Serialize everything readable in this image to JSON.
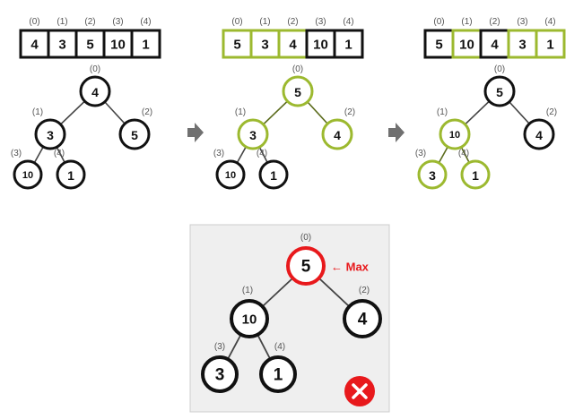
{
  "colors": {
    "normal": "#111111",
    "highlight": "#9cb92f",
    "error": "#e8191c",
    "index_text": "#555555",
    "arrow": "#707070",
    "panel_bg": "#efefef",
    "panel_border": "#cccccc"
  },
  "steps": [
    {
      "array": [
        {
          "index": "(0)",
          "value": "4",
          "state": "normal"
        },
        {
          "index": "(1)",
          "value": "3",
          "state": "normal"
        },
        {
          "index": "(2)",
          "value": "5",
          "state": "normal"
        },
        {
          "index": "(3)",
          "value": "10",
          "state": "normal"
        },
        {
          "index": "(4)",
          "value": "1",
          "state": "normal"
        }
      ],
      "nodes": [
        {
          "index": "(0)",
          "value": "4",
          "state": "normal"
        },
        {
          "index": "(1)",
          "value": "3",
          "state": "normal"
        },
        {
          "index": "(2)",
          "value": "5",
          "state": "normal"
        },
        {
          "index": "(3)",
          "value": "10",
          "state": "normal"
        },
        {
          "index": "(4)",
          "value": "1",
          "state": "normal"
        }
      ]
    },
    {
      "array": [
        {
          "index": "(0)",
          "value": "5",
          "state": "highlight"
        },
        {
          "index": "(1)",
          "value": "3",
          "state": "highlight"
        },
        {
          "index": "(2)",
          "value": "4",
          "state": "highlight"
        },
        {
          "index": "(3)",
          "value": "10",
          "state": "normal"
        },
        {
          "index": "(4)",
          "value": "1",
          "state": "normal"
        }
      ],
      "nodes": [
        {
          "index": "(0)",
          "value": "5",
          "state": "highlight"
        },
        {
          "index": "(1)",
          "value": "3",
          "state": "highlight"
        },
        {
          "index": "(2)",
          "value": "4",
          "state": "highlight"
        },
        {
          "index": "(3)",
          "value": "10",
          "state": "normal"
        },
        {
          "index": "(4)",
          "value": "1",
          "state": "normal"
        }
      ]
    },
    {
      "array": [
        {
          "index": "(0)",
          "value": "5",
          "state": "normal"
        },
        {
          "index": "(1)",
          "value": "10",
          "state": "highlight"
        },
        {
          "index": "(2)",
          "value": "4",
          "state": "normal"
        },
        {
          "index": "(3)",
          "value": "3",
          "state": "highlight"
        },
        {
          "index": "(4)",
          "value": "1",
          "state": "highlight"
        }
      ],
      "nodes": [
        {
          "index": "(0)",
          "value": "5",
          "state": "normal"
        },
        {
          "index": "(1)",
          "value": "10",
          "state": "highlight"
        },
        {
          "index": "(2)",
          "value": "4",
          "state": "normal"
        },
        {
          "index": "(3)",
          "value": "3",
          "state": "highlight"
        },
        {
          "index": "(4)",
          "value": "1",
          "state": "highlight"
        }
      ]
    }
  ],
  "result": {
    "nodes": [
      {
        "index": "(0)",
        "value": "5",
        "state": "error"
      },
      {
        "index": "(1)",
        "value": "10",
        "state": "normal"
      },
      {
        "index": "(2)",
        "value": "4",
        "state": "normal"
      },
      {
        "index": "(3)",
        "value": "3",
        "state": "normal"
      },
      {
        "index": "(4)",
        "value": "1",
        "state": "normal"
      }
    ],
    "max_label": "← Max",
    "status_icon": "x-circle-icon"
  },
  "icons": {
    "step_arrow": "right-arrow-icon"
  }
}
